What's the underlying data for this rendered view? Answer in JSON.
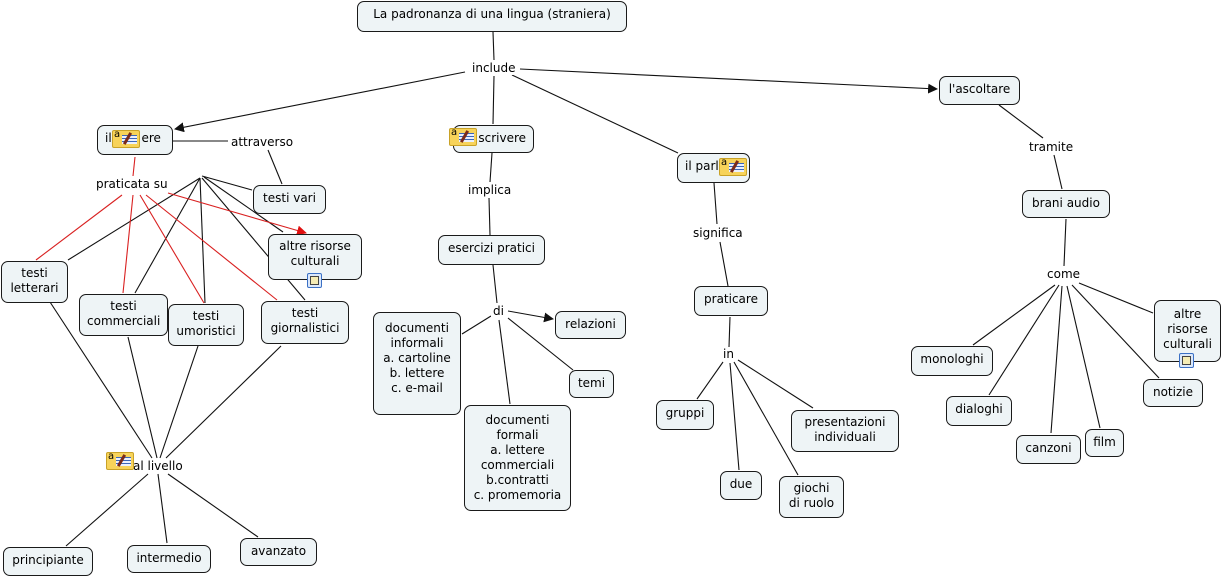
{
  "colors": {
    "node_fill": "#eef4f6",
    "node_border": "#1a1a1a",
    "link_black": "#111111",
    "link_red": "#d92020",
    "note_yellow": "#f7d35a"
  },
  "icons": {
    "annotation": "annotation-note-icon",
    "resource": "attached-resource-icon"
  },
  "concepts": {
    "root": [
      "La padronanza di una lingua (straniera)"
    ],
    "leggere": [
      "il leggere"
    ],
    "scrivere": [
      "lo scrivere"
    ],
    "parlare": [
      "il parlare"
    ],
    "ascoltare": [
      "l'ascoltare"
    ],
    "testi_vari": [
      "testi vari"
    ],
    "altre_risorse_1": [
      "altre risorse",
      "culturali"
    ],
    "testi_letterari": [
      "testi",
      "letterari"
    ],
    "testi_commerciali": [
      "testi",
      "commerciali"
    ],
    "testi_umoristici": [
      "testi",
      "umoristici"
    ],
    "testi_giornalistici": [
      "testi",
      "giornalistici"
    ],
    "principiante": [
      "principiante"
    ],
    "intermedio": [
      "intermedio"
    ],
    "avanzato": [
      "avanzato"
    ],
    "esercizi_pratici": [
      "esercizi pratici"
    ],
    "doc_informali": [
      "documenti",
      "informali",
      "a. cartoline",
      "b. lettere",
      "c. e-mail"
    ],
    "doc_formali": [
      "documenti",
      "formali",
      "a. lettere",
      "commerciali",
      "b.contratti",
      "c. promemoria"
    ],
    "relazioni": [
      "relazioni"
    ],
    "temi": [
      "temi"
    ],
    "praticare": [
      "praticare"
    ],
    "gruppi": [
      "gruppi"
    ],
    "due": [
      "due"
    ],
    "giochi": [
      "giochi",
      "di ruolo"
    ],
    "presentazioni": [
      "presentazioni",
      "individuali"
    ],
    "brani_audio": [
      "brani audio"
    ],
    "monologhi": [
      "monologhi"
    ],
    "dialoghi": [
      "dialoghi"
    ],
    "canzoni": [
      "canzoni"
    ],
    "film": [
      "film"
    ],
    "notizie": [
      "notizie"
    ],
    "altre_risorse_2": [
      "altre",
      "risorse",
      "culturali"
    ]
  },
  "concept_visible_text": {
    "leggere": "il [note] ere",
    "scrivere": "[note] scrivere",
    "parlare": "il parl [note]"
  },
  "linking_phrases": {
    "include": "include",
    "attraverso": "attraverso",
    "praticata_su": "praticata su",
    "al_livello": "al livello",
    "implica": "implica",
    "di": "di",
    "significa": "significa",
    "in": "in",
    "tramite": "tramite",
    "come": "come"
  },
  "propositions": [
    [
      "root",
      "include",
      "leggere"
    ],
    [
      "root",
      "include",
      "scrivere"
    ],
    [
      "root",
      "include",
      "parlare"
    ],
    [
      "root",
      "include",
      "ascoltare"
    ],
    [
      "leggere",
      "attraverso",
      "testi_vari"
    ],
    [
      "leggere",
      "praticata_su",
      "testi_letterari"
    ],
    [
      "leggere",
      "praticata_su",
      "testi_commerciali"
    ],
    [
      "leggere",
      "praticata_su",
      "testi_umoristici"
    ],
    [
      "leggere",
      "praticata_su",
      "testi_giornalistici"
    ],
    [
      "leggere",
      "praticata_su",
      "altre_risorse_1"
    ],
    [
      "testi",
      "al_livello",
      "principiante"
    ],
    [
      "testi",
      "al_livello",
      "intermedio"
    ],
    [
      "testi",
      "al_livello",
      "avanzato"
    ],
    [
      "scrivere",
      "implica",
      "esercizi_pratici"
    ],
    [
      "esercizi_pratici",
      "di",
      "doc_informali"
    ],
    [
      "esercizi_pratici",
      "di",
      "doc_formali"
    ],
    [
      "esercizi_pratici",
      "di",
      "relazioni"
    ],
    [
      "esercizi_pratici",
      "di",
      "temi"
    ],
    [
      "parlare",
      "significa",
      "praticare"
    ],
    [
      "praticare",
      "in",
      "gruppi"
    ],
    [
      "praticare",
      "in",
      "due"
    ],
    [
      "praticare",
      "in",
      "giochi"
    ],
    [
      "praticare",
      "in",
      "presentazioni"
    ],
    [
      "ascoltare",
      "tramite",
      "brani_audio"
    ],
    [
      "brani_audio",
      "come",
      "monologhi"
    ],
    [
      "brani_audio",
      "come",
      "dialoghi"
    ],
    [
      "brani_audio",
      "come",
      "canzoni"
    ],
    [
      "brani_audio",
      "come",
      "film"
    ],
    [
      "brani_audio",
      "come",
      "notizie"
    ],
    [
      "brani_audio",
      "come",
      "altre_risorse_2"
    ]
  ]
}
